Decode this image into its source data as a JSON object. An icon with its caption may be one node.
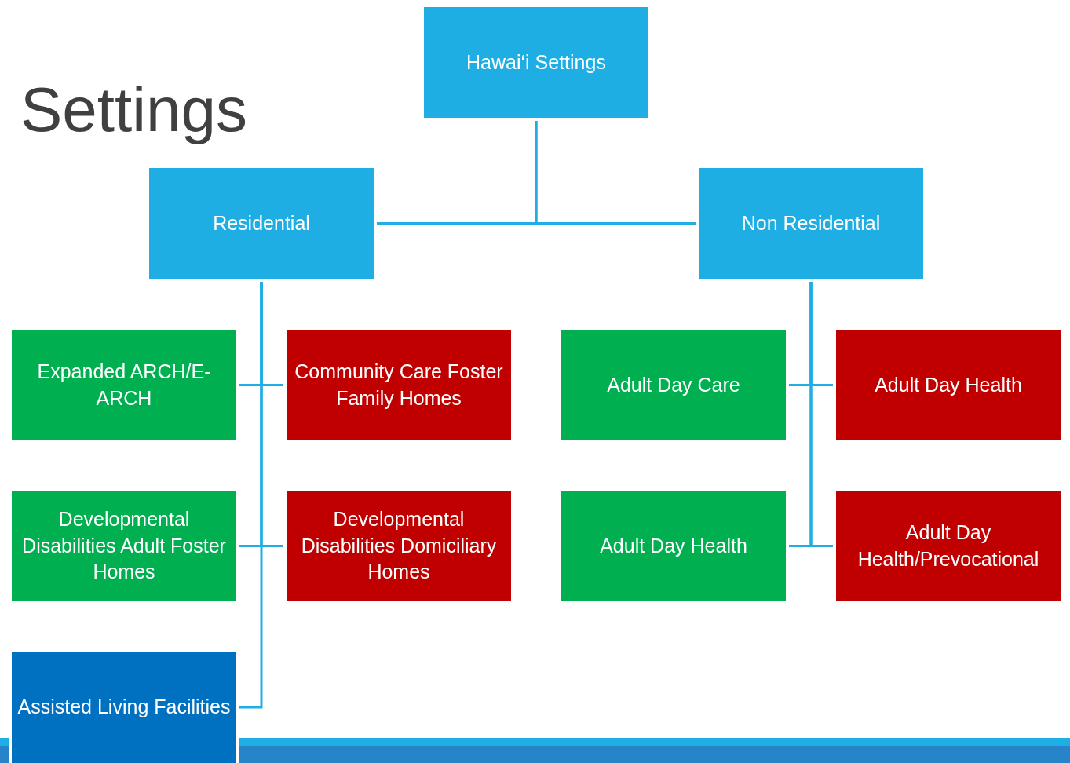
{
  "diagram": {
    "title": "Settings",
    "nodes": [
      {
        "text": [
          "Hawai‘i Settings"
        ]
      },
      {
        "text": [
          "Residential"
        ]
      },
      {
        "text": [
          "Non Residential"
        ]
      },
      {
        "text": [
          "Expanded ARCH/E-ARCH"
        ]
      },
      {
        "text": [
          "Community Care Foster Family Homes"
        ]
      },
      {
        "text": [
          "Adult Day Care"
        ]
      },
      {
        "text": [
          "Adult Day Health"
        ]
      },
      {
        "text": [
          "Developmental Disabilities Adult Foster Homes"
        ]
      },
      {
        "text": [
          "Developmental Disabilities Domiciliary Homes"
        ]
      },
      {
        "text": [
          "Adult Day Health"
        ]
      },
      {
        "text": [
          "Adult Day Health/Prevocational"
        ]
      },
      {
        "text": [
          "Assisted Living Facilities"
        ]
      }
    ],
    "edges": [
      {
        "from": 0,
        "to": 1,
        "arrow": "none"
      },
      {
        "from": 0,
        "to": 2,
        "arrow": "none"
      },
      {
        "from": 1,
        "to": 3,
        "arrow": "none"
      },
      {
        "from": 1,
        "to": 4,
        "arrow": "none"
      },
      {
        "from": 1,
        "to": 7,
        "arrow": "none"
      },
      {
        "from": 1,
        "to": 8,
        "arrow": "none"
      },
      {
        "from": 1,
        "to": 11,
        "arrow": "none"
      },
      {
        "from": 2,
        "to": 5,
        "arrow": "none"
      },
      {
        "from": 2,
        "to": 6,
        "arrow": "none"
      },
      {
        "from": 2,
        "to": 9,
        "arrow": "none"
      },
      {
        "from": 2,
        "to": 10,
        "arrow": "none"
      }
    ]
  }
}
